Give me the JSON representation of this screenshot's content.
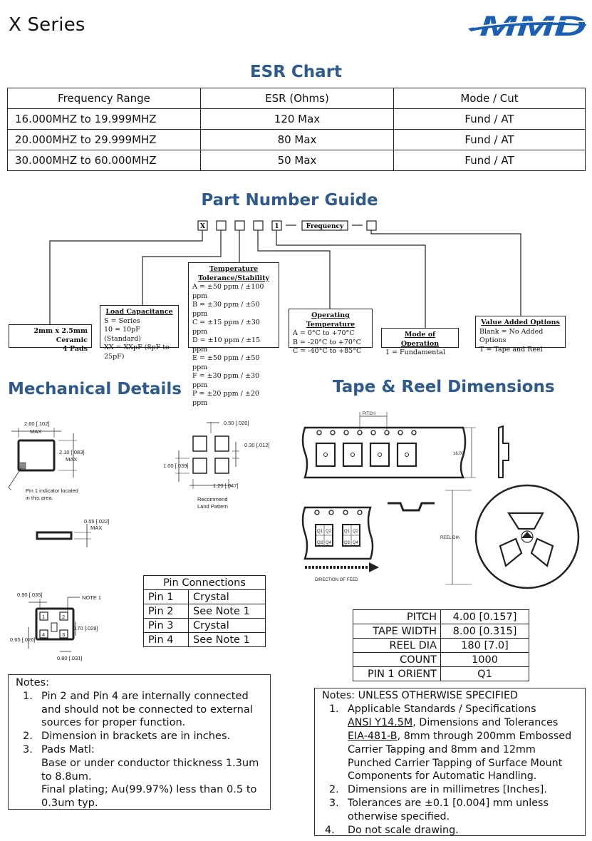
{
  "header": {
    "series_title": "X Series",
    "logo_text": "MMD"
  },
  "esr": {
    "title": "ESR Chart",
    "columns": [
      "Frequency Range",
      "ESR (Ohms)",
      "Mode / Cut"
    ],
    "rows": [
      [
        "16.000MHZ to 19.999MHZ",
        "120 Max",
        "Fund / AT"
      ],
      [
        "20.000MHZ to 29.999MHZ",
        "80 Max",
        "Fund / AT"
      ],
      [
        "30.000MHZ to 60.000MHZ",
        "50 Max",
        "Fund / AT"
      ]
    ]
  },
  "part_guide": {
    "title": "Part Number Guide",
    "code_x": "X",
    "code_1": "1",
    "frequency": "Frequency",
    "package": {
      "line1": "2mm x 2.5mm Ceramic",
      "line2": "4 Pads"
    },
    "load_cap": {
      "title": "Load Capacitance",
      "lines": [
        "S = Series",
        "10 = 10pF (Standard)",
        "XX = XXpF (8pF to 25pF)"
      ]
    },
    "temp_tol": {
      "title1": "Temperature",
      "title2": "Tolerance/Stability",
      "lines": [
        "A = ±50 ppm / ±100 ppm",
        "B = ±30 ppm / ±50 ppm",
        "C = ±15 ppm / ±30 ppm",
        "D = ±10 ppm / ±15 ppm",
        "E = ±50 ppm / ±50 ppm",
        "F = ±30 ppm / ±30 ppm",
        "P = ±20 ppm / ±20 ppm"
      ]
    },
    "op_temp": {
      "title": "Operating Temperature",
      "lines": [
        "A = 0°C to +70°C",
        "B = -20°C to +70°C",
        "C = -40°C to +85°C"
      ]
    },
    "mode": {
      "title": "Mode of Operation",
      "lines": [
        "1 = Fundamental"
      ]
    },
    "value_added": {
      "title": "Value Added Options",
      "lines": [
        "Blank = No Added Options",
        "T = Tape and Reel"
      ]
    }
  },
  "mechanical": {
    "title": "Mechanical Details",
    "dims": {
      "len": "2.60 [.102]",
      "max1": "MAX",
      "wid": "2.10 [.083]",
      "max2": "MAX",
      "pin1_note1": "Pin 1 indicator located",
      "pin1_note2": "in this area.",
      "ht": "0.55 [.022]",
      "max3": "MAX",
      "lp_a": "0.50 [.020]",
      "lp_b": "0.30 [.012]",
      "lp_c": "1.00 [.039]",
      "lp_d": "1.20 [.047]",
      "lp_cap1": "Recommend",
      "lp_cap2": "Land Pattern",
      "b_a": "0.90 [.035]",
      "b_note": "NOTE 1",
      "b_b": "0.70 [.028]",
      "b_c": "0.65 [.026]",
      "b_d": "0.80 [.031]",
      "p1": "1",
      "p2": "2",
      "p3": "3",
      "p4": "4"
    },
    "pins": {
      "title": "Pin Connections",
      "rows": [
        [
          "Pin 1",
          "Crystal"
        ],
        [
          "Pin 2",
          "See Note 1"
        ],
        [
          "Pin 3",
          "Crystal"
        ],
        [
          "Pin 4",
          "See Note 1"
        ]
      ]
    },
    "notes": {
      "title": "Notes:",
      "items": [
        {
          "n": "1.",
          "text": "Pin 2 and Pin 4 are internally connected and should not be connected to external sources for proper function."
        },
        {
          "n": "2.",
          "text": "Dimension in brackets are in inches."
        },
        {
          "n": "3.",
          "text": "Pads Matl:",
          "sub": [
            "Base or under conductor thickness 1.3um to 8.8um.",
            "Final plating; Au(99.97%) less than 0.5 to 0.3um typ."
          ]
        }
      ]
    }
  },
  "tape_reel": {
    "title": "Tape & Reel Dimensions",
    "labels": {
      "pitch": "PITCH",
      "width": "16.00",
      "reel_dia": "REEL DIA",
      "direction": "DIRECTION OF FEED",
      "q1": "Q1",
      "q2": "Q2",
      "q3": "Q3",
      "q4": "Q4"
    },
    "table": [
      [
        "PITCH",
        "4.00 [0.157]"
      ],
      [
        "TAPE WIDTH",
        "8.00 [0.315]"
      ],
      [
        "REEL DIA",
        "180 [7.0]"
      ],
      [
        "COUNT",
        "1000"
      ],
      [
        "PIN 1 ORIENT",
        "Q1"
      ]
    ],
    "notes": {
      "title": "Notes: UNLESS OTHERWISE SPECIFIED",
      "i1_n": "1.",
      "i1_text": "Applicable Standards / Specifications",
      "i1_ansi": "ANSI Y14.5M",
      "i1_ansi_rest": ", Dimensions and Tolerances",
      "i1_eia": "EIA-481-B",
      "i1_eia_rest": ", 8mm through 200mm Embossed Carrier Tapping and 8mm and 12mm Punched Carrier Tapping of Surface Mount Components for Automatic Handling.",
      "i2_n": "2.",
      "i2_text": "Dimensions are in millimetres [Inches].",
      "i3_n": "3.",
      "i3_text": "Tolerances are ±0.1 [0.004] mm unless otherwise specified.",
      "i4_n": "4.",
      "i4_text": "Do not scale drawing."
    }
  },
  "colors": {
    "heading": "#2e5a8e",
    "logo": "#1a5fb4"
  }
}
